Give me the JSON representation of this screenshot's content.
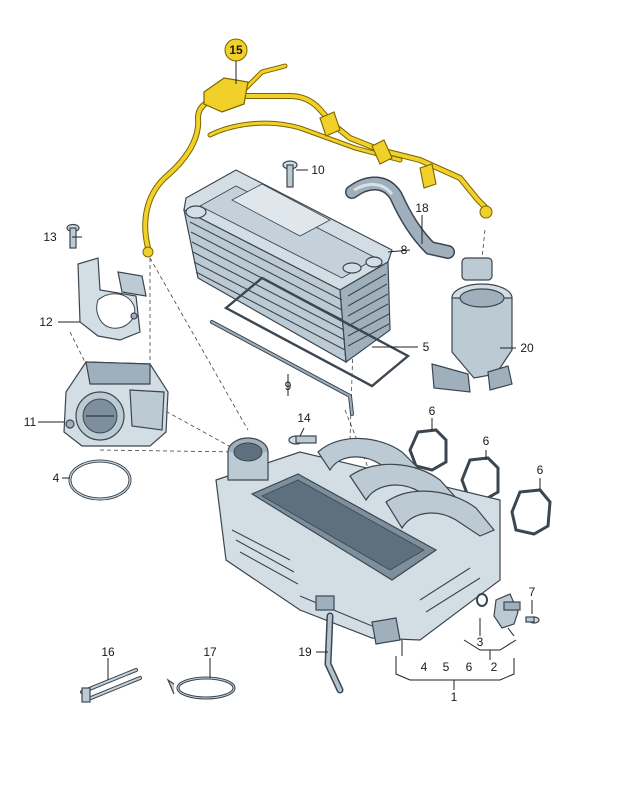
{
  "highlight_color": "#f1d02a",
  "highlight_stroke": "#7a6400",
  "parts": [
    {
      "id": "p1",
      "label": "1",
      "name": "intake-manifold"
    },
    {
      "id": "p2",
      "label": "2",
      "name": "sensor-group"
    },
    {
      "id": "p3",
      "label": "3",
      "name": "seal-ring"
    },
    {
      "id": "p4a",
      "label": "4",
      "name": "throttle-seal-ring"
    },
    {
      "id": "p4b",
      "label": "4",
      "name": "group-item-4"
    },
    {
      "id": "p5a",
      "label": "5",
      "name": "cooler-gasket"
    },
    {
      "id": "p5b",
      "label": "5",
      "name": "group-item-5"
    },
    {
      "id": "p6a",
      "label": "6",
      "name": "port-gasket-1"
    },
    {
      "id": "p6b",
      "label": "6",
      "name": "port-gasket-2"
    },
    {
      "id": "p6c",
      "label": "6",
      "name": "port-gasket-3"
    },
    {
      "id": "p6d",
      "label": "6",
      "name": "group-item-6"
    },
    {
      "id": "p7",
      "label": "7",
      "name": "sensor-bolt"
    },
    {
      "id": "p8",
      "label": "8",
      "name": "charge-air-cooler"
    },
    {
      "id": "p9",
      "label": "9",
      "name": "seal-strip"
    },
    {
      "id": "p10",
      "label": "10",
      "name": "cooler-bolt"
    },
    {
      "id": "p11",
      "label": "11",
      "name": "throttle-body"
    },
    {
      "id": "p12",
      "label": "12",
      "name": "bracket"
    },
    {
      "id": "p13",
      "label": "13",
      "name": "bracket-bolt"
    },
    {
      "id": "p14",
      "label": "14",
      "name": "manifold-bolt"
    },
    {
      "id": "p15",
      "label": "15",
      "name": "coolant-line"
    },
    {
      "id": "p16",
      "label": "16",
      "name": "cable-ties"
    },
    {
      "id": "p17",
      "label": "17",
      "name": "hose-clamp"
    },
    {
      "id": "p18",
      "label": "18",
      "name": "coolant-hose"
    },
    {
      "id": "p19",
      "label": "19",
      "name": "vacuum-hose"
    },
    {
      "id": "p20",
      "label": "20",
      "name": "connecting-pipe"
    }
  ]
}
